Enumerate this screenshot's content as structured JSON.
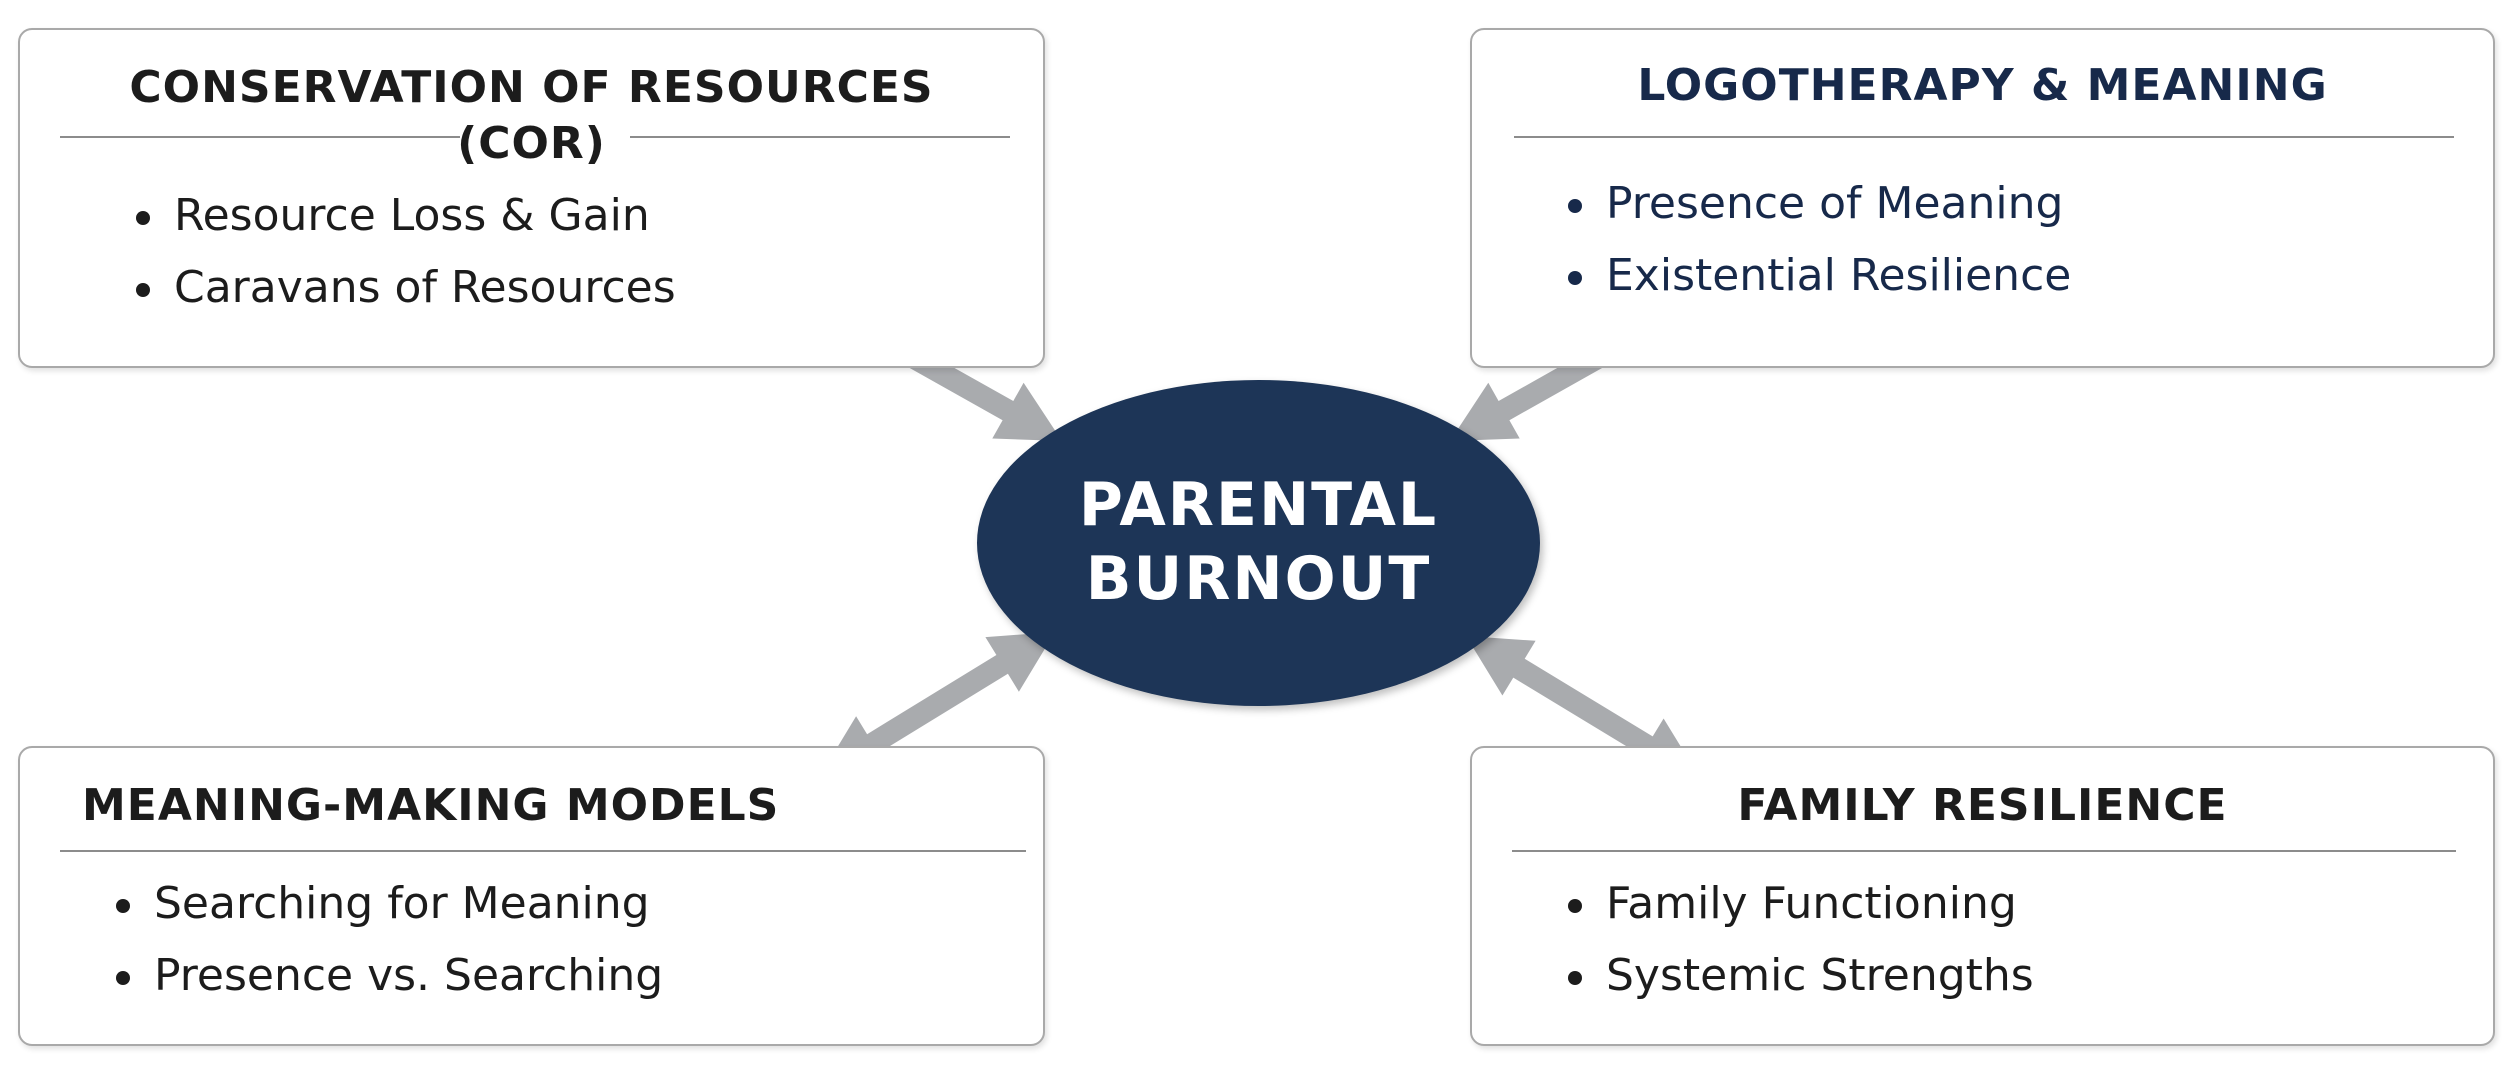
{
  "center": {
    "line1": "PARENTAL",
    "line2": "BURNOUT"
  },
  "boxes": {
    "cor": {
      "title_line1": "CONSERVATION OF RESOURCES",
      "title_line2": "(COR)",
      "items": [
        "Resource Loss & Gain",
        "Caravans of Resources"
      ]
    },
    "logotherapy": {
      "title": "LOGOTHERAPY & MEANING",
      "items": [
        "Presence of Meaning",
        "Existential Resilience"
      ]
    },
    "meaning_making": {
      "title": "MEANING-MAKING MODELS",
      "items": [
        "Searching for Meaning",
        "Presence vs. Searching"
      ]
    },
    "family": {
      "title": "FAMILY RESILIENCE",
      "items": [
        "Family Functioning",
        "Systemic Strengths"
      ]
    }
  },
  "colors": {
    "center_fill": "#1d3557",
    "arrow_fill": "#a9abae",
    "box_border": "#a9a9a9",
    "logotherapy_text": "#17294a"
  }
}
